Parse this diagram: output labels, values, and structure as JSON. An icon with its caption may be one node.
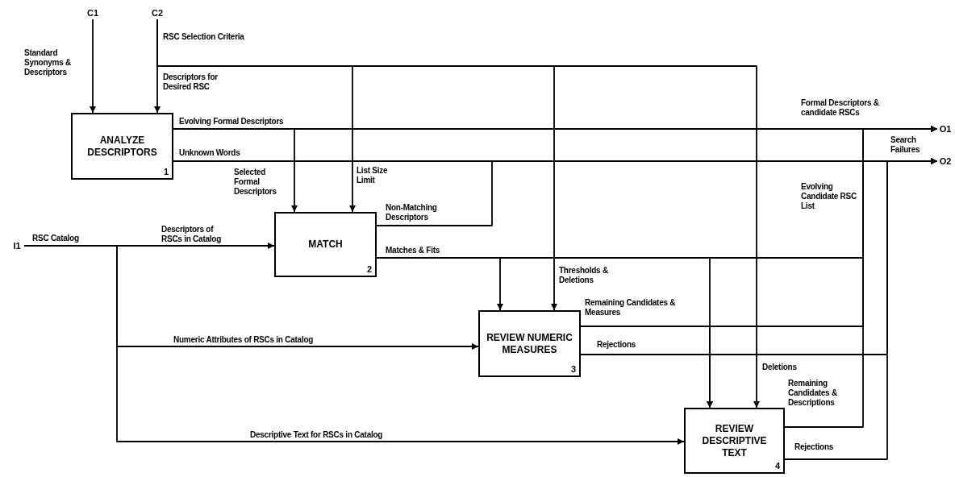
{
  "diagram": {
    "nodes": [
      {
        "text": [
          "C1"
        ]
      },
      {
        "text": [
          "C2"
        ]
      },
      {
        "text": [
          "I1"
        ]
      },
      {
        "text": [
          "ANALYZE DESCRIPTORS",
          "1"
        ]
      },
      {
        "text": [
          "MATCH",
          "2"
        ]
      },
      {
        "text": [
          "REVIEW NUMERIC MEASURES",
          "3"
        ]
      },
      {
        "text": [
          "REVIEW DESCRIPTIVE TEXT",
          "4"
        ]
      },
      {
        "text": [
          "O1"
        ]
      },
      {
        "text": [
          "O2"
        ]
      }
    ],
    "edges": [
      {
        "from": 0,
        "to": 3,
        "arrow": "to",
        "label": "Standard Synonyms & Descriptors"
      },
      {
        "from": 1,
        "to": 3,
        "arrow": "to",
        "label": "Descriptors for Desired RSC"
      },
      {
        "from": 1,
        "to": 4,
        "arrow": "to",
        "label": "List Size Limit"
      },
      {
        "from": 1,
        "to": 5,
        "arrow": "to",
        "label": "Thresholds & Deletions"
      },
      {
        "from": 1,
        "to": 6,
        "arrow": "to",
        "label": "Deletions"
      },
      {
        "from": 3,
        "to": 7,
        "arrow": "to",
        "label": "Evolving Formal Descriptors"
      },
      {
        "from": 3,
        "to": 4,
        "arrow": "to",
        "label": "Selected Formal Descriptors"
      },
      {
        "from": 3,
        "to": 8,
        "arrow": "to",
        "label": "Unknown Words"
      },
      {
        "from": 2,
        "to": 4,
        "arrow": "to",
        "label": "Descriptors of RSCs in Catalog"
      },
      {
        "from": 2,
        "to": 5,
        "arrow": "to",
        "label": "Numeric Attributes of RSCs in Catalog"
      },
      {
        "from": 2,
        "to": 6,
        "arrow": "to",
        "label": "Descriptive Text for RSCs in Catalog"
      },
      {
        "from": 4,
        "to": 8,
        "arrow": "to",
        "label": "Non-Matching Descriptors"
      },
      {
        "from": 4,
        "to": 5,
        "arrow": "to",
        "label": "Matches & Fits"
      },
      {
        "from": 4,
        "to": 6,
        "arrow": "to"
      },
      {
        "from": 4,
        "to": 7,
        "arrow": "to"
      },
      {
        "from": 5,
        "to": 7,
        "arrow": "to",
        "label": "Remaining Candidates & Measures"
      },
      {
        "from": 5,
        "to": 6,
        "arrow": "to"
      },
      {
        "from": 5,
        "to": 8,
        "arrow": "to",
        "label": "Rejections"
      },
      {
        "from": 6,
        "to": 7,
        "arrow": "to",
        "label": "Remaining Candidates & Descriptions"
      },
      {
        "from": 6,
        "to": 8,
        "arrow": "to",
        "label": "Rejections"
      }
    ],
    "labels": [
      "RSC Selection Criteria",
      "RSC Catalog",
      "Formal Descriptors & candidate RSCs",
      "Search Failures",
      "Evolving Candidate RSC List"
    ]
  }
}
